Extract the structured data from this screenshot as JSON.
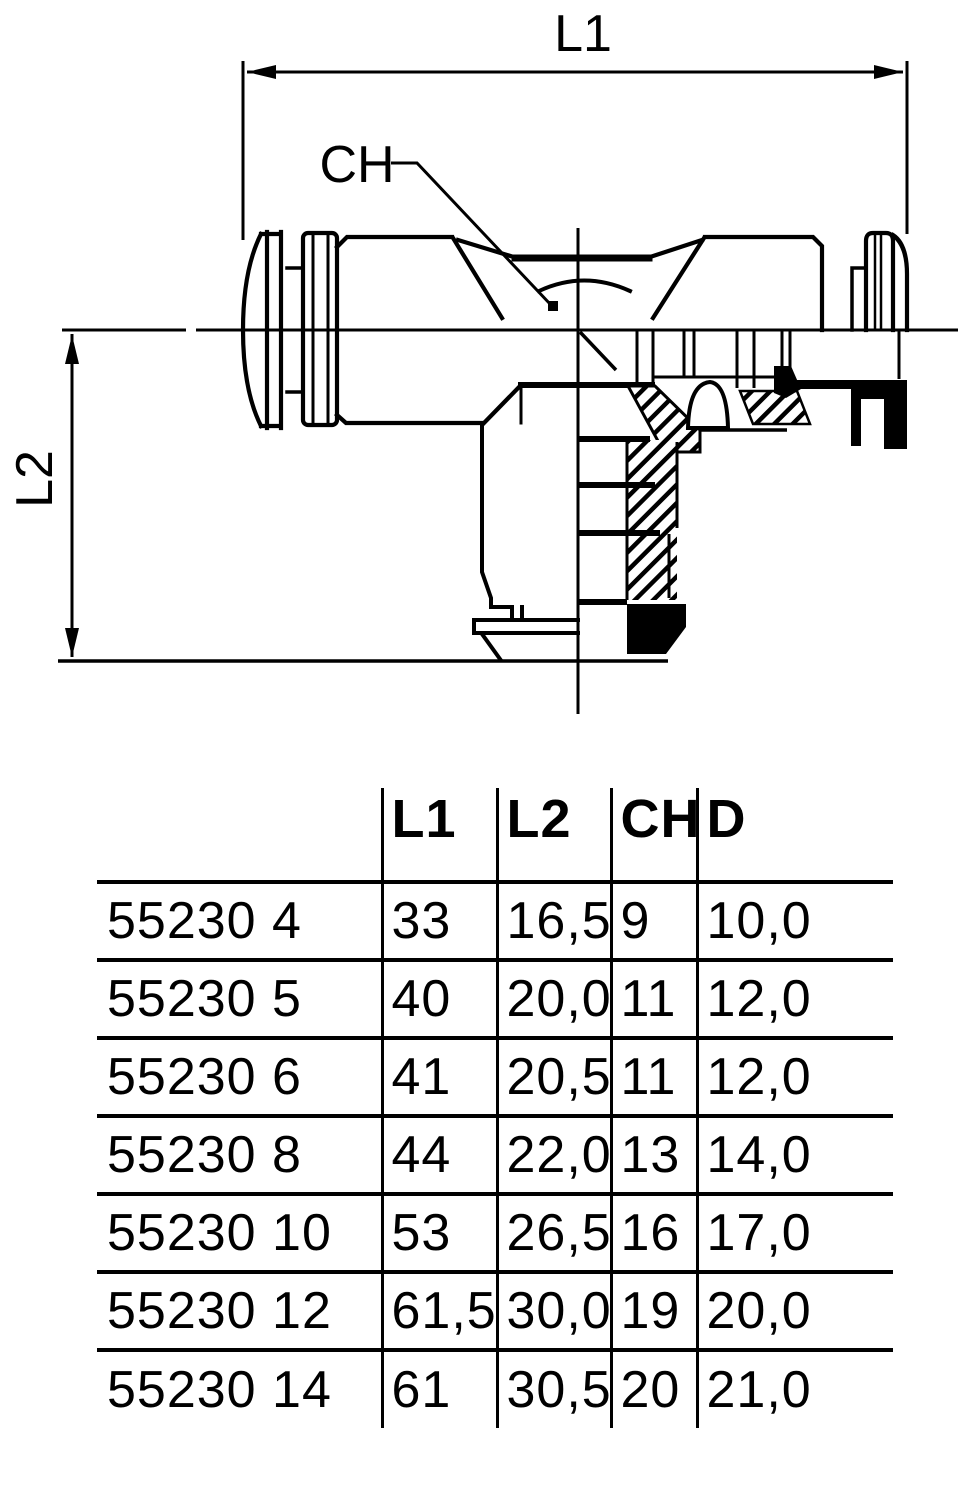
{
  "drawing": {
    "l1_label": "L1",
    "l2_label": "L2",
    "ch_label": "CH"
  },
  "table": {
    "col_headers": {
      "part": "",
      "l1": "L1",
      "l2": "L2",
      "ch": "CH",
      "d": "D"
    },
    "rows": [
      {
        "part": "55230 4",
        "l1": "33",
        "l2": "16,5",
        "ch": "9",
        "d": "10,0"
      },
      {
        "part": "55230 5",
        "l1": "40",
        "l2": "20,0",
        "ch": "11",
        "d": "12,0"
      },
      {
        "part": "55230 6",
        "l1": "41",
        "l2": "20,5",
        "ch": "11",
        "d": "12,0"
      },
      {
        "part": "55230 8",
        "l1": "44",
        "l2": "22,0",
        "ch": "13",
        "d": "14,0"
      },
      {
        "part": "55230 10",
        "l1": "53",
        "l2": "26,5",
        "ch": "16",
        "d": "17,0"
      },
      {
        "part": "55230 12",
        "l1": "61,5",
        "l2": "30,0",
        "ch": "19",
        "d": "20,0"
      },
      {
        "part": "55230 14",
        "l1": "61",
        "l2": "30,5",
        "ch": "20",
        "d": "21,0"
      }
    ]
  },
  "colors": {
    "line": "#000000",
    "background": "#ffffff"
  }
}
